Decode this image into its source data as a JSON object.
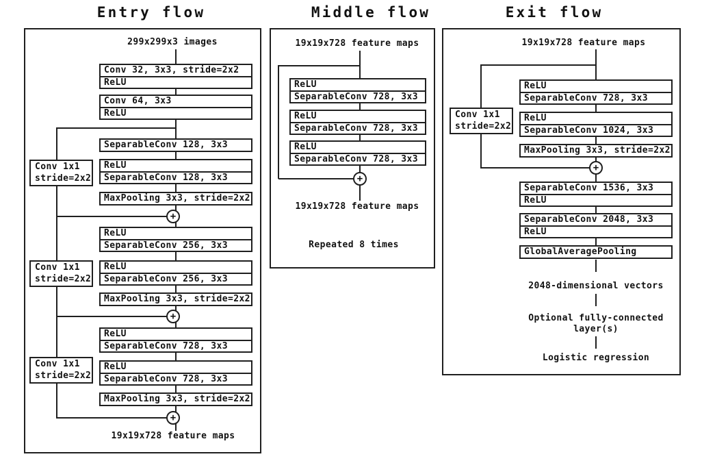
{
  "figure": {
    "plus": "+",
    "colors": {
      "line": "#1f1f1f",
      "text": "#111111",
      "background": "#ffffff"
    },
    "entry": {
      "title": "Entry flow",
      "input_caption": "299x299x3 images",
      "boxes": [
        [
          "Conv 32, 3x3, stride=2x2",
          "ReLU"
        ],
        [
          "Conv 64, 3x3",
          "ReLU"
        ],
        [
          "SeparableConv 128, 3x3"
        ],
        [
          "ReLU",
          "SeparableConv 128, 3x3"
        ],
        [
          "MaxPooling 3x3, stride=2x2"
        ],
        [
          "ReLU",
          "SeparableConv 256, 3x3"
        ],
        [
          "ReLU",
          "SeparableConv 256, 3x3"
        ],
        [
          "MaxPooling 3x3, stride=2x2"
        ],
        [
          "ReLU",
          "SeparableConv 728, 3x3"
        ],
        [
          "ReLU",
          "SeparableConv 728, 3x3"
        ],
        [
          "MaxPooling 3x3, stride=2x2"
        ]
      ],
      "skip_boxes": [
        [
          "Conv 1x1",
          "stride=2x2"
        ],
        [
          "Conv 1x1",
          "stride=2x2"
        ],
        [
          "Conv 1x1",
          "stride=2x2"
        ]
      ],
      "output_caption": "19x19x728 feature maps"
    },
    "middle": {
      "title": "Middle flow",
      "input_caption": "19x19x728 feature maps",
      "boxes": [
        [
          "ReLU",
          "SeparableConv 728, 3x3"
        ],
        [
          "ReLU",
          "SeparableConv 728, 3x3"
        ],
        [
          "ReLU",
          "SeparableConv 728, 3x3"
        ]
      ],
      "output_caption": "19x19x728 feature maps",
      "note": "Repeated 8 times"
    },
    "exit": {
      "title": "Exit flow",
      "input_caption": "19x19x728 feature maps",
      "boxes": [
        [
          "ReLU",
          "SeparableConv 728, 3x3"
        ],
        [
          "ReLU",
          "SeparableConv 1024, 3x3"
        ],
        [
          "MaxPooling 3x3, stride=2x2"
        ],
        [
          "SeparableConv 1536, 3x3",
          "ReLU"
        ],
        [
          "SeparableConv 2048, 3x3",
          "ReLU"
        ],
        [
          "GlobalAveragePooling"
        ]
      ],
      "skip_box": [
        "Conv 1x1",
        "stride=2x2"
      ],
      "output_captions": [
        "2048-dimensional vectors",
        "Optional fully-connected layer(s)",
        "Logistic regression"
      ]
    }
  }
}
